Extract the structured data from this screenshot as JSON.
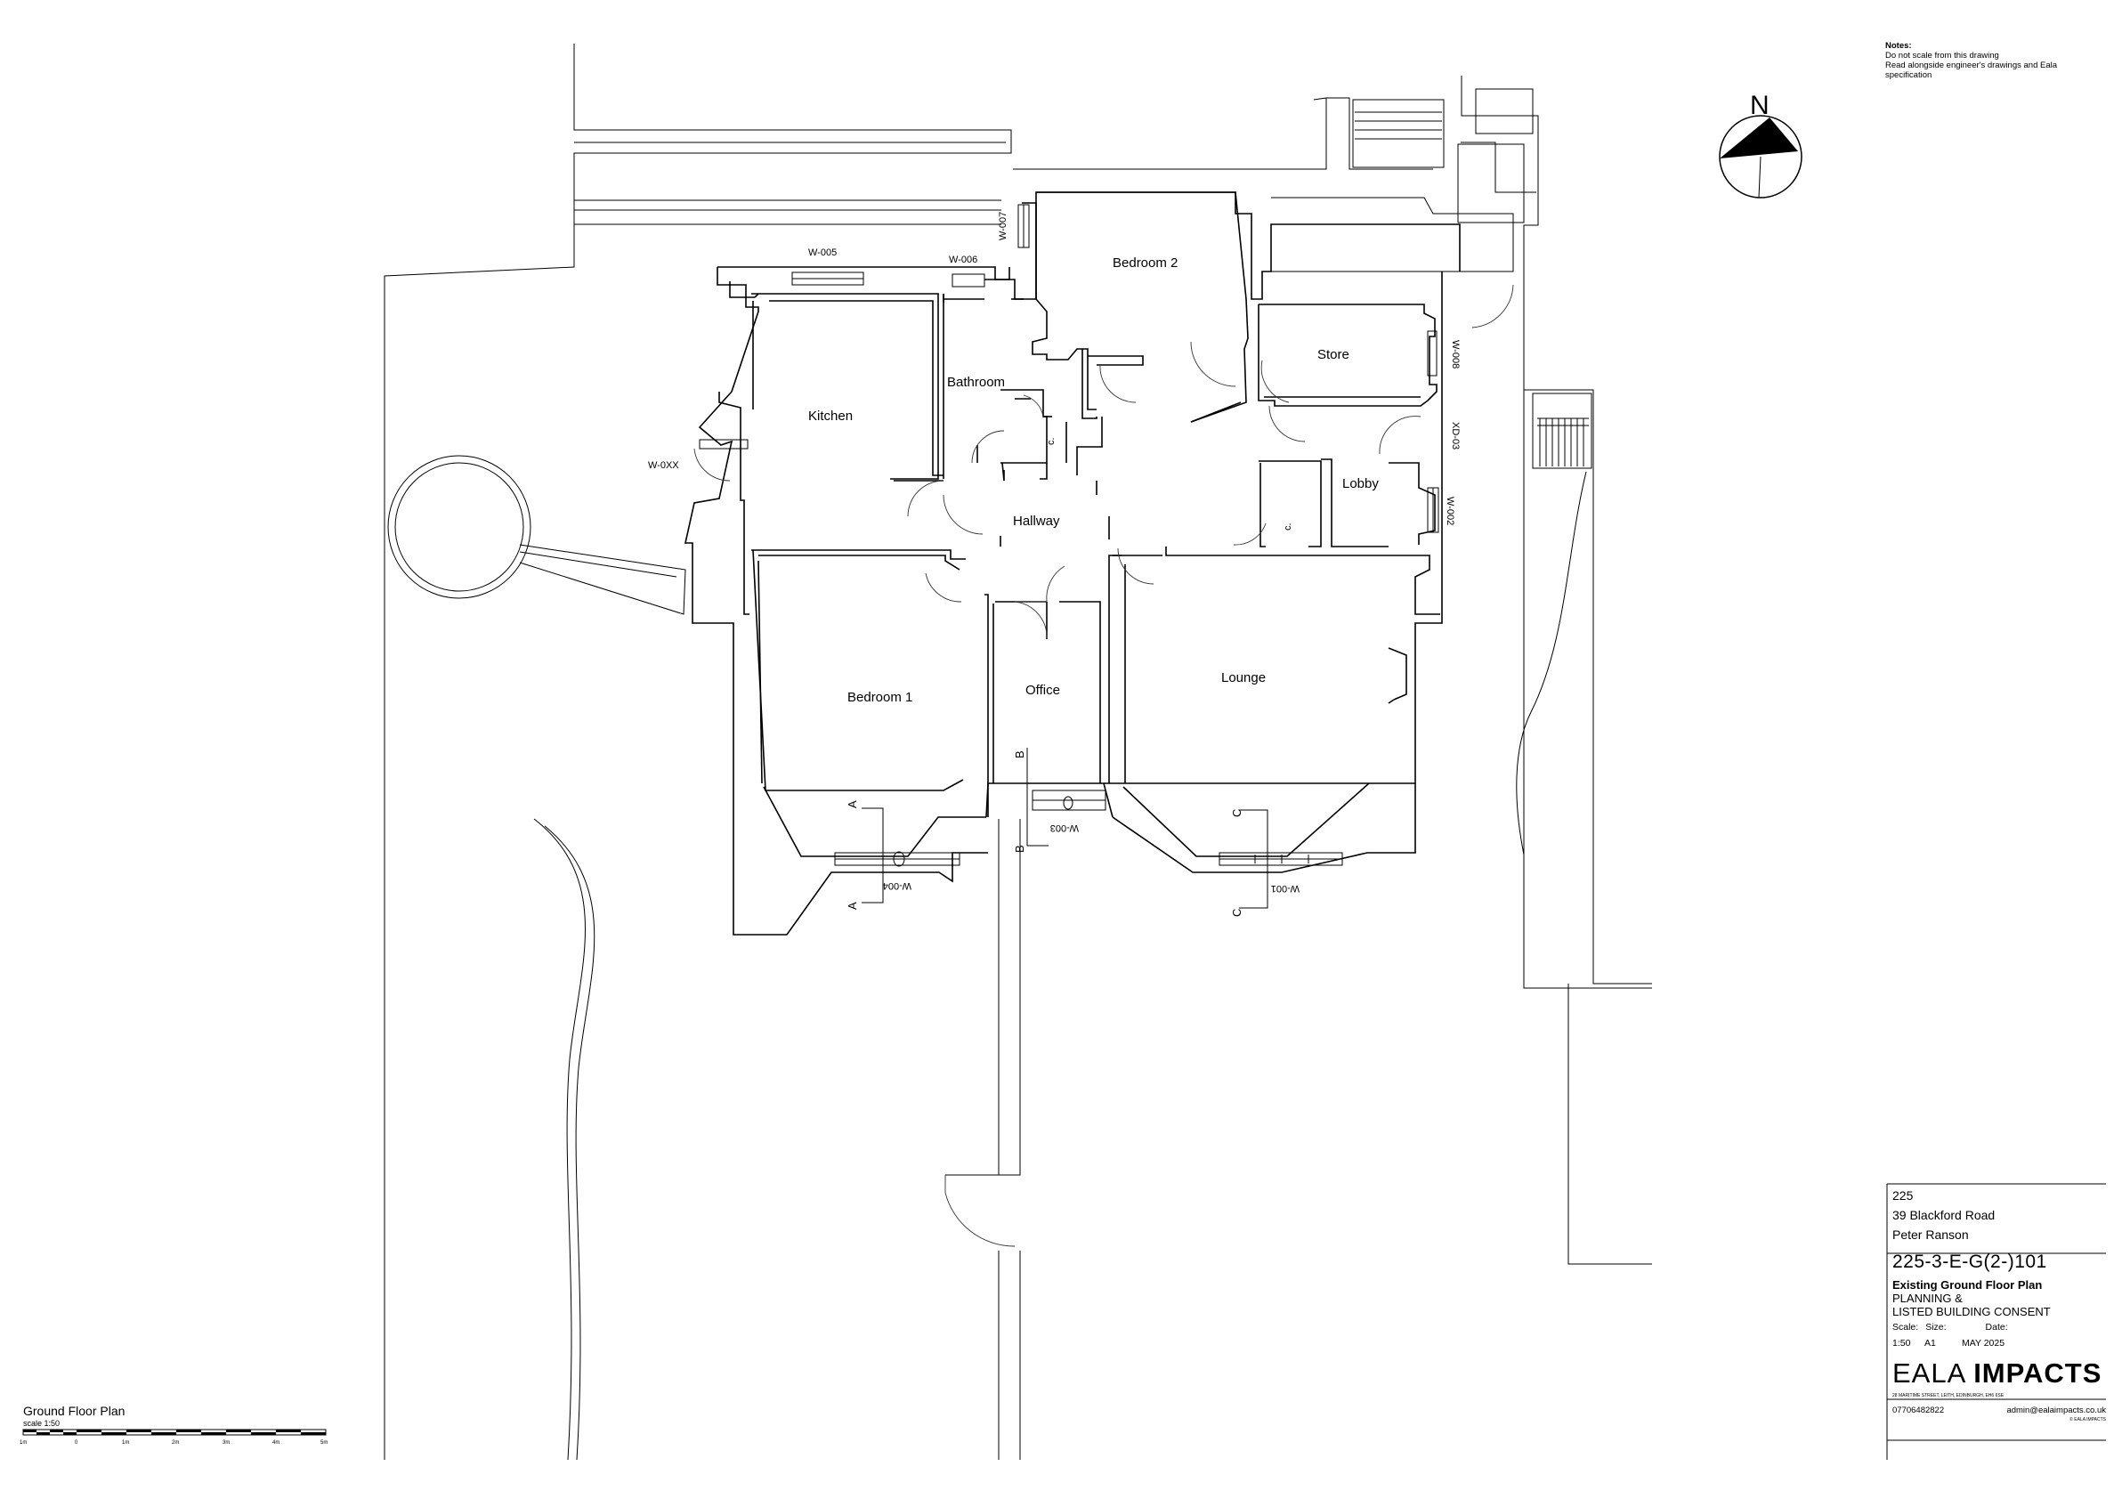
{
  "notes": {
    "heading": "Notes:",
    "lines": [
      "Do not scale from this drawing",
      "Read alongside engineer's drawings and Eala specification"
    ]
  },
  "north_label": "N",
  "rooms": {
    "bedroom2": "Bedroom 2",
    "bathroom": "Bathroom",
    "kitchen": "Kitchen",
    "store": "Store",
    "lobby": "Lobby",
    "hallway": "Hallway",
    "bedroom1": "Bedroom 1",
    "office": "Office",
    "lounge": "Lounge",
    "cupboard1": "c.",
    "cupboard2": "c."
  },
  "tags": {
    "w005": "W-005",
    "w006": "W-006",
    "w007": "W-007",
    "w008": "W-008",
    "xd03": "XD-03",
    "w002": "W-002",
    "w0xx": "W-0XX",
    "w001": "W-001",
    "w003": "W-003",
    "w004": "W-004"
  },
  "sections": {
    "a": "A",
    "b": "B",
    "c": "C"
  },
  "title_block": {
    "project_no": "225",
    "address": "39 Blackford Road",
    "client": "Peter Ranson",
    "drawing_code": "225-3-E-G(2-)101",
    "drawing_title": "Existing Ground Floor Plan",
    "purpose_1": "PLANNING &",
    "purpose_2": "LISTED BUILDING CONSENT",
    "scale_label": "Scale:",
    "size_label": "Size:",
    "date_label": "Date:",
    "scale": "1:50",
    "size": "A1",
    "date": "MAY 2025",
    "brand_1": "EALA",
    "brand_2": "IMPACTS",
    "office_address": "28 MARITIME STREET, LEITH, EDINBURGH, EH6 6SE",
    "phone": "07706482822",
    "email": "admin@ealaimpacts.co.uk",
    "copyright": "© EALA IMPACTS"
  },
  "legend": {
    "title": "Ground Floor Plan",
    "scale": "scale 1:50",
    "ticks": [
      "1m",
      "0",
      "1m",
      "2m",
      "3m",
      "4m",
      "5m"
    ]
  }
}
